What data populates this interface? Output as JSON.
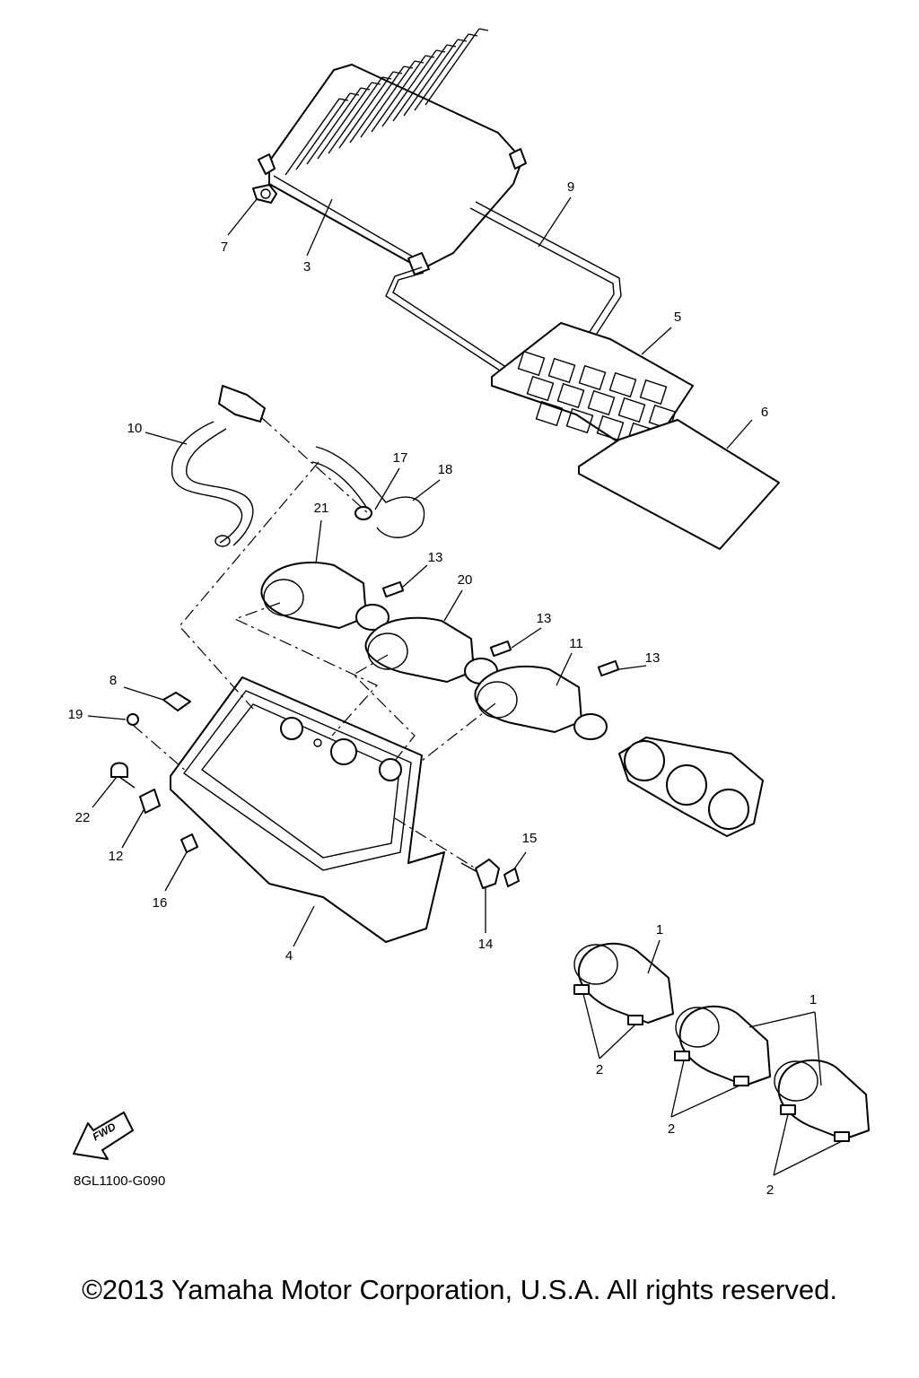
{
  "diagram": {
    "drawing_number": "8GL1100-G090",
    "direction_marker": "FWD",
    "copyright": "©2013 Yamaha Motor Corporation, U.S.A. All rights reserved.",
    "callouts": [
      "1",
      "1",
      "2",
      "2",
      "2",
      "3",
      "4",
      "5",
      "6",
      "7",
      "8",
      "9",
      "10",
      "11",
      "12",
      "13",
      "13",
      "13",
      "14",
      "15",
      "16",
      "17",
      "18",
      "19",
      "20",
      "21",
      "22"
    ]
  }
}
